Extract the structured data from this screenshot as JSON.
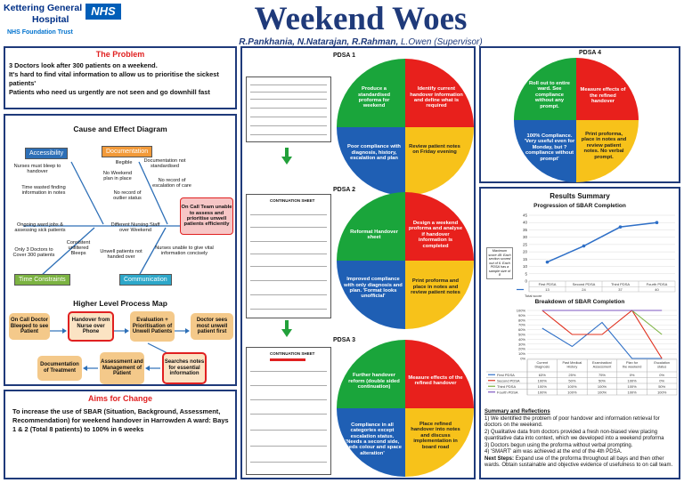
{
  "header": {
    "org_line1": "Kettering General",
    "org_line2": "Hospital",
    "nhs": "NHS",
    "trust": "NHS Foundation Trust",
    "title": "Weekend Woes",
    "authors": "R.Pankhania, N.Natarajan, R.Rahman,",
    "supervisor": "L.Owen (Supervisor)"
  },
  "problem": {
    "title": "The Problem",
    "line1": "3 Doctors look after 300 patients on a weekend.",
    "line2": "It's hard to find vital information to allow us to prioritise the sickest patients'",
    "line3": "Patients who need us urgently are not seen and go downhill fast"
  },
  "cause_effect": {
    "title": "Cause and Effect Diagram",
    "categories": {
      "accessibility": "Accessibility",
      "documentation": "Documentation",
      "time": "Time Constraints",
      "communication": "Communication"
    },
    "effect": "On Call Team unable to assess and prioritise unwell patients efficiently",
    "causes": {
      "c1": "Nurses must bleep to handover",
      "c2": "Time wasted finding information in notes",
      "c3": "Illegible",
      "c4": "Documentation not standardised",
      "c5": "No Weekend plan in place",
      "c6": "No record of escalation of care",
      "c7": "No record of outlier status",
      "c8": "Ongoing ward jobs & assessing sick patients",
      "c9": "Only 3 Doctors to Cover 300 patients",
      "c10": "Consistent unfiltered Bleeps",
      "c11": "Different Nursing Staff over Weekend",
      "c12": "Unwell patients not handed over",
      "c13": "Nurses unable to give vital information concisely"
    }
  },
  "process_map": {
    "title": "Higher Level Process Map",
    "s1": "On Call Doctor Bleeped to see Patient",
    "s2": "Handover from Nurse over Phone",
    "s3": "Evaluation + Prioritisation of Unwell Patients",
    "s4": "Doctor sees most unwell patient first",
    "s5": "Searches notes for essential information",
    "s6": "Assessment and Management of Patient",
    "s7": "Documentation of Treatment"
  },
  "aims": {
    "title": "Aims for Change",
    "text": "To increase the use of SBAR (Situation, Background, Assessment, Recommendation) for weekend handover in Harrowden A ward: Bays 1 & 2 (Total 8 patients) to 100% in 6 weeks"
  },
  "pdsa": [
    {
      "label": "PDSA 1",
      "doc_title": "",
      "plan": "Produce a standardised proforma for weekend",
      "do": "Identify current handover information and define what is required",
      "study": "Poor compliance with diagnosis, history, escalation and plan",
      "act": "Review patient notes on Friday evening"
    },
    {
      "label": "PDSA 2",
      "doc_title": "CONTINUATION SHEET",
      "plan": "Reformat Handover sheet",
      "do": "Design a weekend proforma and analyse if handover information is completed",
      "study": "Improved compliance with only diagnosis and plan. 'Format looks unofficial'",
      "act": "Print proforma and place in notes and review patient notes"
    },
    {
      "label": "PDSA 3",
      "doc_title": "CONTINUATION SHEET",
      "plan": "Further handover reform (double sided continuation)",
      "do": "Measure effects of the refined handover",
      "study": "Compliance in all categories except escalation status. 'Needs a second side, needs colour and space alteration'",
      "act": "Place refined handover into notes and discuss implementation in board road"
    },
    {
      "label": "PDSA 4",
      "plan": "Roll out to entire ward. See compliance without any prompt.",
      "do": "Measure effects of the refined handover",
      "study": "100% Compliance. 'Very useful even for Monday, but ?compliance without prompt'",
      "act": "Print proforma, place in notes and review patient notes. No verbal prompt."
    }
  ],
  "results": {
    "title": "Results Summary",
    "chart1_title": "Progression of SBAR Completion",
    "chart1_note": "Maximum score 48: Each section scored out of 6. Each PDSA has a sample size of 8",
    "chart2_title": "Breakdown of SBAR Completion",
    "summary_title": "Summary and Reflections",
    "summary": [
      "1) We identified the problem of poor handover and information retrieval for doctors on the weekend.",
      "2) Qualitative data from doctors provided a fresh non-biased view placing quantitative data into context, which we developed into a weekend proforma",
      "3) Doctors begun using the proforma without verbal prompting.",
      "4) 'SMART' aim was achieved at the end of the 4th PDSA."
    ],
    "next_steps_label": "Next Steps:",
    "next_steps": "Expand use of the proforma throughout all bays and then other wards. Obtain sustainable and objective evidence of usefulness to on call team."
  },
  "chart_data": [
    {
      "type": "line",
      "title": "Progression of SBAR Completion",
      "categories": [
        "First PDSA",
        "Second PDSA",
        "Third PDSA",
        "Fourth PDSA"
      ],
      "series": [
        {
          "name": "Total score",
          "values": [
            13,
            24,
            37,
            40
          ],
          "color": "#2e6fc7"
        }
      ],
      "ylim": [
        0,
        45
      ],
      "yticks": [
        0,
        5,
        10,
        15,
        20,
        25,
        30,
        35,
        40,
        45
      ],
      "grid": true,
      "legend": "bottom"
    },
    {
      "type": "line",
      "title": "Breakdown of SBAR Completion",
      "categories": [
        "Current Diagnosis",
        "Past Medical History",
        "Examination/ Assessment",
        "Plan for the weekend",
        "Escalation status"
      ],
      "series": [
        {
          "name": "First PDSA",
          "values": [
            63,
            25,
            75,
            0,
            0
          ],
          "color": "#2e6fc7"
        },
        {
          "name": "Second PDSA",
          "values": [
            100,
            50,
            50,
            100,
            0
          ],
          "color": "#e0301e"
        },
        {
          "name": "Third PDSA",
          "values": [
            100,
            100,
            100,
            100,
            50
          ],
          "color": "#7cb342"
        },
        {
          "name": "Fourth PDSA",
          "values": [
            100,
            100,
            100,
            100,
            100
          ],
          "color": "#7e57c2"
        }
      ],
      "ylim": [
        0,
        100
      ],
      "yticks": [
        "0%",
        "10%",
        "20%",
        "30%",
        "40%",
        "50%",
        "60%",
        "70%",
        "80%",
        "90%",
        "100%"
      ],
      "grid": true,
      "legend": "table"
    }
  ],
  "colors": {
    "navy": "#1f3a7a",
    "red": "#e8201c",
    "green": "#1aa53b",
    "blue": "#1f5fb4",
    "yellow": "#f7c21a"
  }
}
